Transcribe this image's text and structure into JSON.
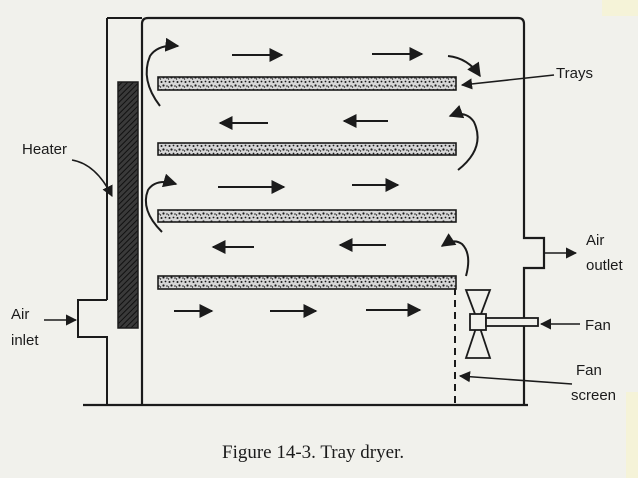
{
  "caption": "Figure 14-3. Tray dryer.",
  "labels": {
    "trays": "Trays",
    "heater": "Heater",
    "air_inlet_1": "Air",
    "air_inlet_2": "inlet",
    "air_outlet_1": "Air",
    "air_outlet_2": "outlet",
    "fan": "Fan",
    "fan_screen_1": "Fan",
    "fan_screen_2": "screen"
  },
  "trays": [
    {
      "flow": "right"
    },
    {
      "flow": "left"
    },
    {
      "flow": "right"
    },
    {
      "flow": "left"
    }
  ],
  "bottom_flow": "right",
  "colors": {
    "ink": "#1b1b1b",
    "background": "#f1f1ec",
    "tray_fill": "#cfcfcf",
    "corner_accent": "#f5f3d8"
  }
}
